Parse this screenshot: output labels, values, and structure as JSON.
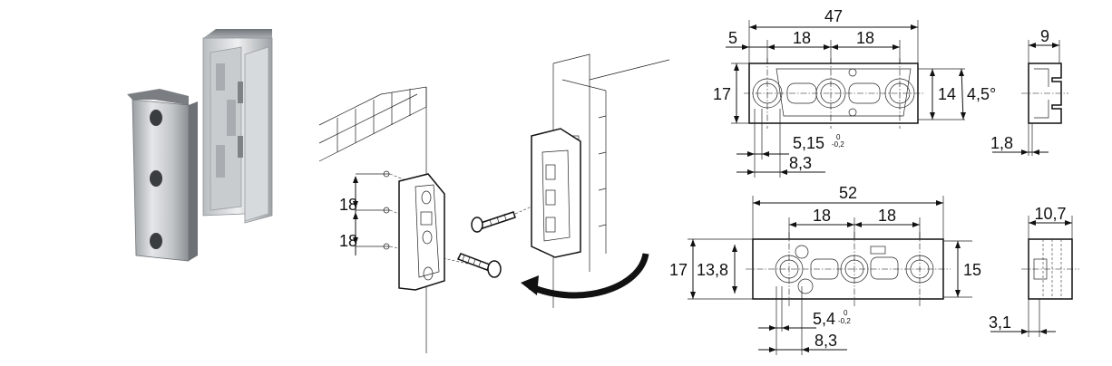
{
  "drawing_top": {
    "width_total": "47",
    "offset_left": "5",
    "pitch_1": "18",
    "pitch_2": "18",
    "height_outer": "17",
    "height_inner": "14",
    "angle": "4,5°",
    "slot_width": "5,15",
    "slot_tol_upper": "0",
    "slot_tol_lower": "-0,2",
    "hole_offset": "8,3",
    "side_width": "9",
    "side_thickness": "1,8"
  },
  "drawing_bottom": {
    "width_total": "52",
    "pitch_1": "18",
    "pitch_2": "18",
    "height_outer": "17",
    "height_inner": "13,8",
    "height_right": "15",
    "slot_width": "5,4",
    "slot_tol_upper": "0",
    "slot_tol_lower": "-0,2",
    "hole_offset": "8,3",
    "side_width": "10,7",
    "side_thickness": "3,1"
  },
  "mounting": {
    "spacing_1": "18",
    "spacing_2": "18"
  },
  "colors": {
    "metal_light": "#d8dadc",
    "metal_dark": "#8a8e92",
    "line": "#111111"
  }
}
